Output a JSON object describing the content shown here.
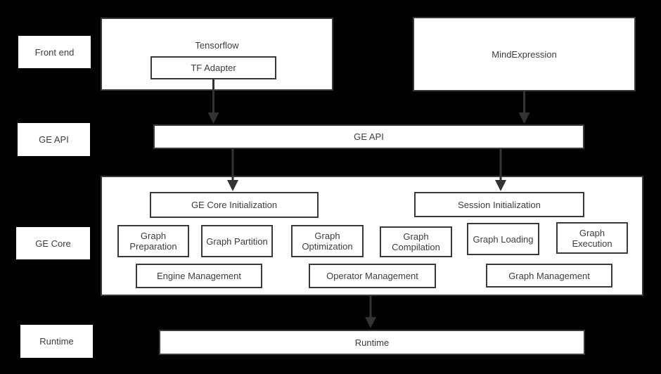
{
  "colors": {
    "background": "#000000",
    "box-bg": "#ffffff",
    "box-border": "#3a3a3a",
    "text": "#3d3d3d",
    "arrow": "#333333"
  },
  "side_labels": [
    {
      "label": "Front end"
    },
    {
      "label": "GE API"
    },
    {
      "label": "GE Core"
    },
    {
      "label": "Runtime"
    }
  ],
  "front_end": {
    "tensorflow_title": "Tensorflow",
    "tf_adapter_label": "TF Adapter",
    "mind_expression_label": "MindExpression"
  },
  "ge_api_bar_label": "GE API",
  "ge_core": {
    "init_boxes": [
      {
        "label": "GE Core Initialization"
      },
      {
        "label": "Session Initialization"
      }
    ],
    "stage_boxes": [
      {
        "label": "Graph Preparation"
      },
      {
        "label": "Graph Partition"
      },
      {
        "label": "Graph Optimization"
      },
      {
        "label": "Graph Compilation"
      },
      {
        "label": "Graph Loading"
      },
      {
        "label": "Graph Execution"
      }
    ],
    "management_boxes": [
      {
        "label": "Engine Management"
      },
      {
        "label": "Operator Management"
      },
      {
        "label": "Graph Management"
      }
    ]
  },
  "runtime_bar_label": "Runtime"
}
